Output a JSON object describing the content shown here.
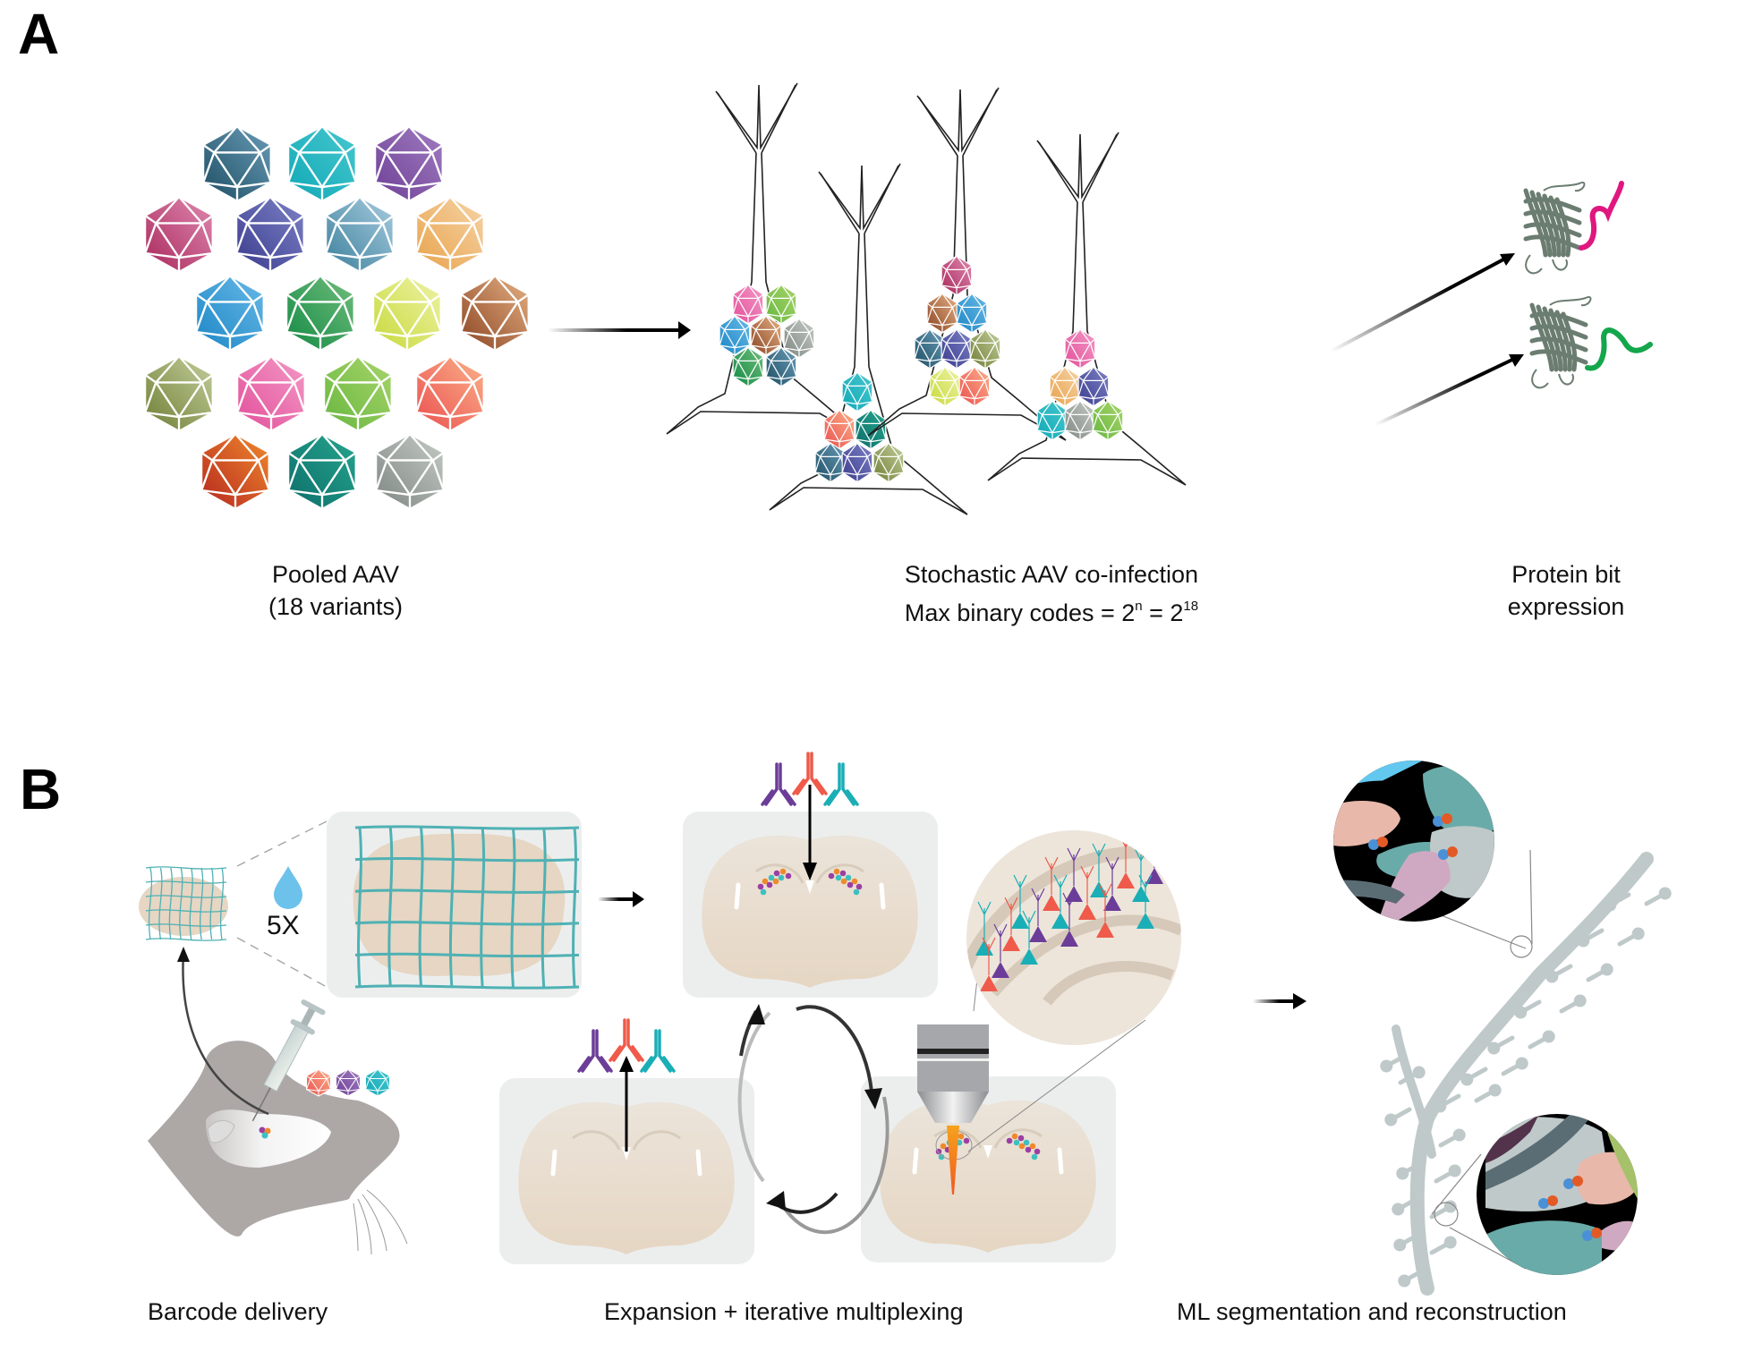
{
  "panels": {
    "a": {
      "letter": "A",
      "pooled_label_line1": "Pooled AAV",
      "pooled_label_line2": "(18 variants)",
      "coinfection_line1": "Stochastic AAV co-infection",
      "coinfection_line2_prefix": "Max binary codes = 2",
      "coinfection_exp_n": "n",
      "coinfection_mid": " = 2",
      "coinfection_exp_18": "18",
      "protein_line1": "Protein bit",
      "protein_line2": "expression",
      "aav_variant_count": 18,
      "aav_colors": [
        [
          "#1d4e63",
          "#6a9cb8"
        ],
        [
          "#0fa9b6",
          "#48c7cf"
        ],
        [
          "#6e3f96",
          "#a07dc0"
        ],
        [
          "#a8285c",
          "#e08ab1"
        ],
        [
          "#3b3c8e",
          "#7d82c5"
        ],
        [
          "#3c7f9b",
          "#a8cde0"
        ],
        [
          "#e8a24a",
          "#f6d4a8"
        ],
        [
          "#1b86c6",
          "#6ab9e6"
        ],
        [
          "#128a44",
          "#72bd7c"
        ],
        [
          "#c7d93a",
          "#eef3a7"
        ],
        [
          "#8a4422",
          "#e6b184"
        ],
        [
          "#6e7e34",
          "#c4cf9d"
        ],
        [
          "#e24e9a",
          "#f39ac6"
        ],
        [
          "#67b63f",
          "#a8d56b"
        ],
        [
          "#ea4f4f",
          "#fbb28a"
        ],
        [
          "#b5261f",
          "#f08a2c"
        ],
        [
          "#0d6e6a",
          "#26a58e"
        ],
        [
          "#7f8782",
          "#c5cbc6"
        ]
      ],
      "protein_tail_colors": [
        "#e0177f",
        "#14a64b"
      ]
    },
    "b": {
      "letter": "B",
      "expansion_factor": "5X",
      "step1_label": "Barcode delivery",
      "step2_label": "Expansion + iterative multiplexing",
      "step3_label": "ML segmentation and reconstruction",
      "antibody_colors": [
        "#6b3d98",
        "#ef5a4a",
        "#1aaeb6"
      ],
      "barcode_dot_colors": [
        "#9b3fa3",
        "#ef8a2c",
        "#3cc0c0"
      ],
      "segmentation_dot_colors": [
        "#4a90d6",
        "#e35a26"
      ]
    }
  }
}
